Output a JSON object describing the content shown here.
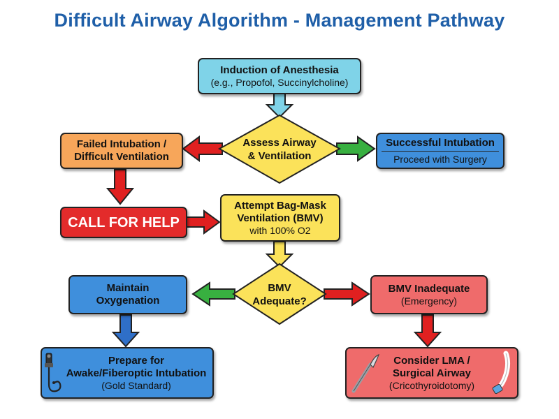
{
  "title": "Difficult Airway Algorithm - Management Pathway",
  "nodes": {
    "induction": {
      "line1": "Induction of Anesthesia",
      "line2": "(e.g., Propofol, Succinylcholine)"
    },
    "assess": {
      "line1": "Assess Airway",
      "line2": "& Ventilation"
    },
    "failed": {
      "line1": "Failed Intubation /",
      "line2": "Difficult Ventilation"
    },
    "success": {
      "line1": "Successful Intubation",
      "line2": "Proceed with Surgery"
    },
    "help": {
      "line1": "CALL FOR HELP"
    },
    "bmv": {
      "line1": "Attempt Bag-Mask",
      "line2": "Ventilation (BMV)",
      "line3": "with 100% O2"
    },
    "adequate": {
      "line1": "BMV",
      "line2": "Adequate?"
    },
    "maintain": {
      "line1": "Maintain",
      "line2": "Oxygenation"
    },
    "inadequate": {
      "line1": "BMV Inadequate",
      "line2": "(Emergency)"
    },
    "awake": {
      "line1": "Prepare for",
      "line2": "Awake/Fiberoptic Intubation",
      "line3": "(Gold Standard)"
    },
    "lma": {
      "line1": "Consider LMA /",
      "line2": "Surgical Airway",
      "line3": "(Cricothyroidotomy)"
    }
  },
  "colors": {
    "title": "#1f5fa8",
    "cyan": "#7fd3e8",
    "orange": "#f7a65a",
    "blue": "#3f8fdc",
    "red": "#e32b2b",
    "yellow": "#fbe25a",
    "light_red": "#ef6b6b",
    "arrow_red": "#e02020",
    "arrow_green": "#38b040",
    "arrow_blue": "#2f6fc8"
  }
}
